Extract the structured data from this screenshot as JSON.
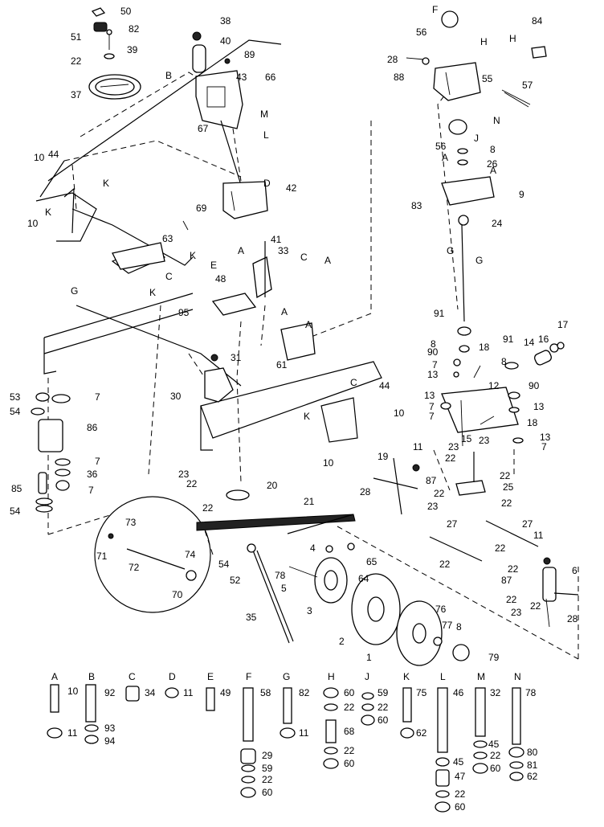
{
  "diagram": {
    "callouts": [
      {
        "id": "c50",
        "text": "50"
      },
      {
        "id": "c51",
        "text": "51"
      },
      {
        "id": "c82a",
        "text": "82"
      },
      {
        "id": "c22a",
        "text": "22"
      },
      {
        "id": "c39",
        "text": "39"
      },
      {
        "id": "c37",
        "text": "37"
      },
      {
        "id": "c38",
        "text": "38"
      },
      {
        "id": "c40",
        "text": "40"
      },
      {
        "id": "c89",
        "text": "89"
      },
      {
        "id": "c43",
        "text": "43"
      },
      {
        "id": "c66",
        "text": "66"
      },
      {
        "id": "c67",
        "text": "67"
      },
      {
        "id": "c10a",
        "text": "10"
      },
      {
        "id": "c44a",
        "text": "44"
      },
      {
        "id": "c10b",
        "text": "10"
      },
      {
        "id": "c42",
        "text": "42"
      },
      {
        "id": "c69",
        "text": "69"
      },
      {
        "id": "c63",
        "text": "63"
      },
      {
        "id": "c41",
        "text": "41"
      },
      {
        "id": "c33",
        "text": "33"
      },
      {
        "id": "c48",
        "text": "48"
      },
      {
        "id": "c95",
        "text": "95"
      },
      {
        "id": "c31",
        "text": "31"
      },
      {
        "id": "c30",
        "text": "30"
      },
      {
        "id": "c61",
        "text": "61"
      },
      {
        "id": "c44b",
        "text": "44"
      },
      {
        "id": "c10c",
        "text": "10"
      },
      {
        "id": "c10d",
        "text": "10"
      },
      {
        "id": "c53",
        "text": "53"
      },
      {
        "id": "c7a",
        "text": "7"
      },
      {
        "id": "c54a",
        "text": "54"
      },
      {
        "id": "c86",
        "text": "86"
      },
      {
        "id": "c7b",
        "text": "7"
      },
      {
        "id": "c36",
        "text": "36"
      },
      {
        "id": "c85",
        "text": "85"
      },
      {
        "id": "c7c",
        "text": "7"
      },
      {
        "id": "c54b",
        "text": "54"
      },
      {
        "id": "c23a",
        "text": "23"
      },
      {
        "id": "c22b",
        "text": "22"
      },
      {
        "id": "c20",
        "text": "20"
      },
      {
        "id": "c22c",
        "text": "22"
      },
      {
        "id": "c73",
        "text": "73"
      },
      {
        "id": "c71",
        "text": "71"
      },
      {
        "id": "c72",
        "text": "72"
      },
      {
        "id": "c74",
        "text": "74"
      },
      {
        "id": "c70",
        "text": "70"
      },
      {
        "id": "c54c",
        "text": "54"
      },
      {
        "id": "c52",
        "text": "52"
      },
      {
        "id": "c35",
        "text": "35"
      },
      {
        "id": "c21",
        "text": "21"
      },
      {
        "id": "c28a",
        "text": "28"
      },
      {
        "id": "c19",
        "text": "19"
      },
      {
        "id": "c87a",
        "text": "87"
      },
      {
        "id": "c11a",
        "text": "11"
      },
      {
        "id": "c22d",
        "text": "22"
      },
      {
        "id": "c23b",
        "text": "23"
      },
      {
        "id": "c27a",
        "text": "27"
      },
      {
        "id": "c65",
        "text": "65"
      },
      {
        "id": "c4",
        "text": "4"
      },
      {
        "id": "c64",
        "text": "64"
      },
      {
        "id": "c78",
        "text": "78"
      },
      {
        "id": "c5",
        "text": "5"
      },
      {
        "id": "c3",
        "text": "3"
      },
      {
        "id": "c2",
        "text": "2"
      },
      {
        "id": "c1",
        "text": "1"
      },
      {
        "id": "c76",
        "text": "76"
      },
      {
        "id": "c77",
        "text": "77"
      },
      {
        "id": "c8a",
        "text": "8"
      },
      {
        "id": "c79",
        "text": "79"
      },
      {
        "id": "c22e",
        "text": "22"
      },
      {
        "id": "c56a",
        "text": "56"
      },
      {
        "id": "c84",
        "text": "84"
      },
      {
        "id": "c28b",
        "text": "28"
      },
      {
        "id": "c88",
        "text": "88"
      },
      {
        "id": "c55",
        "text": "55"
      },
      {
        "id": "c57",
        "text": "57"
      },
      {
        "id": "c56b",
        "text": "56"
      },
      {
        "id": "c8b",
        "text": "8"
      },
      {
        "id": "c26",
        "text": "26"
      },
      {
        "id": "c9",
        "text": "9"
      },
      {
        "id": "c83",
        "text": "83"
      },
      {
        "id": "c24",
        "text": "24"
      },
      {
        "id": "c91a",
        "text": "91"
      },
      {
        "id": "c8c",
        "text": "8"
      },
      {
        "id": "c90a",
        "text": "90"
      },
      {
        "id": "c7d",
        "text": "7"
      },
      {
        "id": "c13a",
        "text": "13"
      },
      {
        "id": "c18a",
        "text": "18"
      },
      {
        "id": "c91b",
        "text": "91"
      },
      {
        "id": "c14",
        "text": "14"
      },
      {
        "id": "c16",
        "text": "16"
      },
      {
        "id": "c17",
        "text": "17"
      },
      {
        "id": "c8d",
        "text": "8"
      },
      {
        "id": "c90b",
        "text": "90"
      },
      {
        "id": "c12",
        "text": "12"
      },
      {
        "id": "c13b",
        "text": "13"
      },
      {
        "id": "c7e",
        "text": "7"
      },
      {
        "id": "c7f",
        "text": "7"
      },
      {
        "id": "c13c",
        "text": "13"
      },
      {
        "id": "c18b",
        "text": "18"
      },
      {
        "id": "c15",
        "text": "15"
      },
      {
        "id": "c23c",
        "text": "23"
      },
      {
        "id": "c23d",
        "text": "23"
      },
      {
        "id": "c22f",
        "text": "22"
      },
      {
        "id": "c13d",
        "text": "13"
      },
      {
        "id": "c7g",
        "text": "7"
      },
      {
        "id": "c22g",
        "text": "22"
      },
      {
        "id": "c25",
        "text": "25"
      },
      {
        "id": "c22h",
        "text": "22"
      },
      {
        "id": "c27b",
        "text": "27"
      },
      {
        "id": "c22i",
        "text": "22"
      },
      {
        "id": "c11b",
        "text": "11"
      },
      {
        "id": "c87b",
        "text": "87"
      },
      {
        "id": "c6",
        "text": "6"
      },
      {
        "id": "c22j",
        "text": "22"
      },
      {
        "id": "c22k",
        "text": "22"
      },
      {
        "id": "c23e",
        "text": "23"
      },
      {
        "id": "c28c",
        "text": "28"
      },
      {
        "id": "c22l",
        "text": "22"
      }
    ],
    "ref_letters": [
      {
        "id": "rB",
        "text": "B"
      },
      {
        "id": "rM",
        "text": "M"
      },
      {
        "id": "rL",
        "text": "L"
      },
      {
        "id": "rK1",
        "text": "K"
      },
      {
        "id": "rK2",
        "text": "K"
      },
      {
        "id": "rD",
        "text": "D"
      },
      {
        "id": "rK3",
        "text": "K"
      },
      {
        "id": "rC1",
        "text": "C"
      },
      {
        "id": "rK4",
        "text": "K"
      },
      {
        "id": "rE",
        "text": "E"
      },
      {
        "id": "rA1",
        "text": "A"
      },
      {
        "id": "rC2",
        "text": "C"
      },
      {
        "id": "rA2",
        "text": "A"
      },
      {
        "id": "rG1",
        "text": "G"
      },
      {
        "id": "rA3",
        "text": "A"
      },
      {
        "id": "rA4",
        "text": "A"
      },
      {
        "id": "rC3",
        "text": "C"
      },
      {
        "id": "rK5",
        "text": "K"
      },
      {
        "id": "rF",
        "text": "F"
      },
      {
        "id": "rH1",
        "text": "H"
      },
      {
        "id": "rH2",
        "text": "H"
      },
      {
        "id": "rN",
        "text": "N"
      },
      {
        "id": "rJ",
        "text": "J"
      },
      {
        "id": "rA5",
        "text": "A"
      },
      {
        "id": "rA6",
        "text": "A"
      },
      {
        "id": "rG2",
        "text": "G"
      },
      {
        "id": "rG3",
        "text": "G"
      }
    ],
    "legend": [
      {
        "letter": "A",
        "parts": [
          "10",
          "11"
        ]
      },
      {
        "letter": "B",
        "parts": [
          "92",
          "93",
          "94"
        ]
      },
      {
        "letter": "C",
        "parts": [
          "34"
        ]
      },
      {
        "letter": "D",
        "parts": [
          "11"
        ]
      },
      {
        "letter": "E",
        "parts": [
          "49"
        ]
      },
      {
        "letter": "F",
        "parts": [
          "58",
          "29",
          "59",
          "22",
          "60"
        ]
      },
      {
        "letter": "G",
        "parts": [
          "82",
          "11"
        ]
      },
      {
        "letter": "H",
        "parts": [
          "60",
          "22",
          "68",
          "22",
          "60"
        ]
      },
      {
        "letter": "J",
        "parts": [
          "59",
          "22",
          "60"
        ]
      },
      {
        "letter": "K",
        "parts": [
          "75",
          "62"
        ]
      },
      {
        "letter": "L",
        "parts": [
          "46",
          "45",
          "47",
          "22",
          "60"
        ]
      },
      {
        "letter": "M",
        "parts": [
          "32",
          "45",
          "22",
          "60"
        ]
      },
      {
        "letter": "N",
        "parts": [
          "78",
          "80",
          "81",
          "62"
        ]
      }
    ]
  }
}
